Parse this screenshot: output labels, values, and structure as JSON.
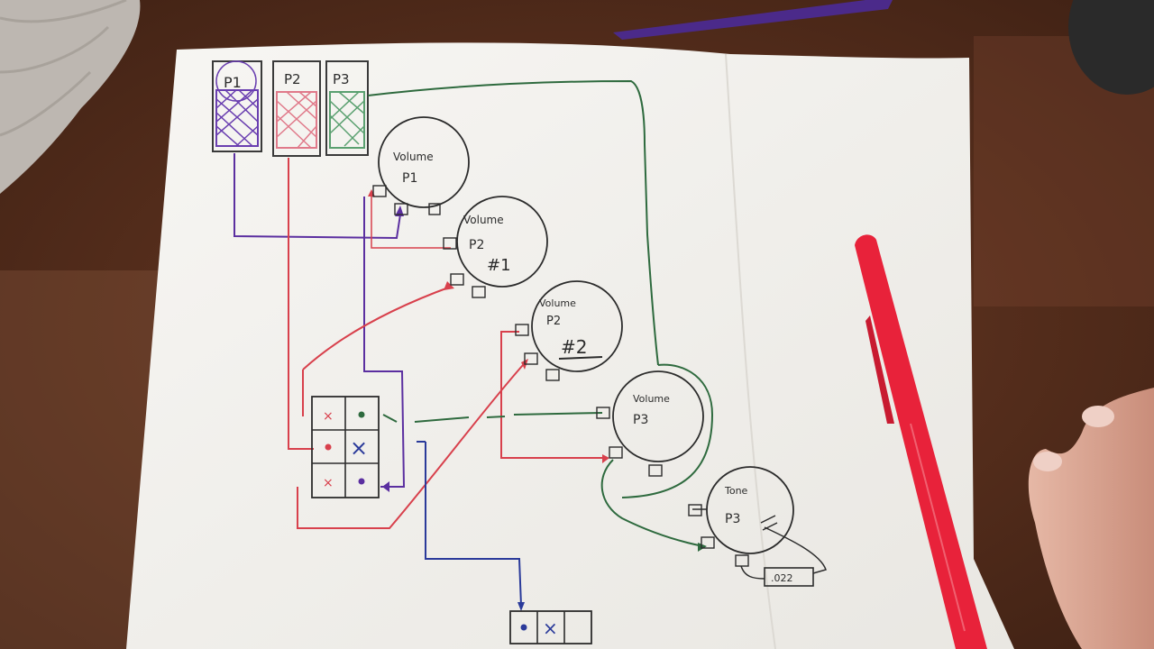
{
  "pickups": [
    {
      "label": "P1",
      "color": "#6a3fb0"
    },
    {
      "label": "P2",
      "color": "#e07a8a"
    },
    {
      "label": "P3",
      "color": "#5aa070"
    }
  ],
  "pots": [
    {
      "line1": "Volume",
      "line2": "P1",
      "line3": ""
    },
    {
      "line1": "Volume",
      "line2": "P2",
      "line3": "#1"
    },
    {
      "line1": "Volume",
      "line2": "P2",
      "line3": "#2"
    },
    {
      "line1": "Volume",
      "line2": "P3",
      "line3": ""
    },
    {
      "line1": "Tone",
      "line2": "P3",
      "line3": ""
    }
  ],
  "capacitor_label": ".022",
  "colors": {
    "table": "#5a3220",
    "paper": "#f4f2ee",
    "wire_purple": "#5b2fa0",
    "wire_red": "#d8404c",
    "wire_green": "#2e6a3e",
    "wire_blue": "#2a3a9a",
    "ink": "#2c2c2c",
    "pen_red": "#e8223a"
  }
}
